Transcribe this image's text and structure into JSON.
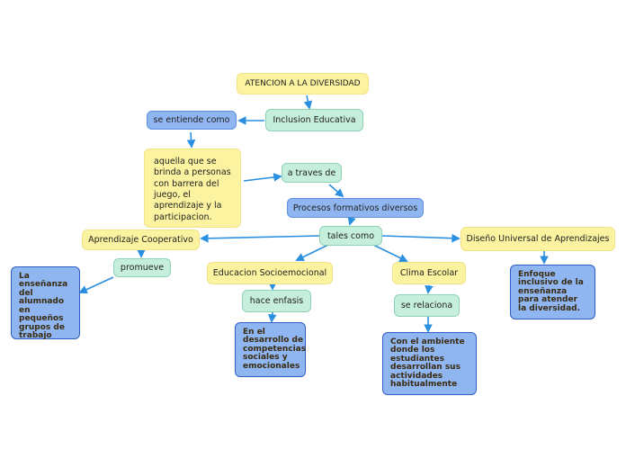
{
  "nodes": {
    "title": "ATENCION A LA DIVERSIDAD",
    "inclusion": "Inclusion Educativa",
    "se_entiende": "se entiende como",
    "definicion": "aquella que se brinda a personas con barrera del juego, el aprendizaje y la participacion.",
    "a_traves": "a traves de",
    "procesos": "Procesos formativos diversos",
    "tales_como": "tales como",
    "cooperativo": "Aprendizaje Cooperativo",
    "dua": "Diseño Universal de Aprendizajes",
    "promueve": "promueve",
    "socioemocional": "Educacion Socioemocional",
    "clima": "Clima Escolar",
    "hace_enfasis": "hace enfasis",
    "se_relaciona": "se relaciona",
    "ensenanza": "La enseñanza del alumnado en pequeños grupos de trabajo",
    "competencias": "En el desarrollo de competencias sociales y emocionales",
    "ambiente": "Con el ambiente donde los estudiantes desarrollan sus actividades habitualmente",
    "enfoque": "Enfoque inclusivo de la enseñanza para atender la diversidad."
  },
  "colors": {
    "main_topic": "#fbf3a0",
    "linking_phrase": "#c6eedc",
    "concept": "#8fb6f0",
    "leaf_border": "#2f5fc4",
    "edge": "#2b8fe0"
  }
}
